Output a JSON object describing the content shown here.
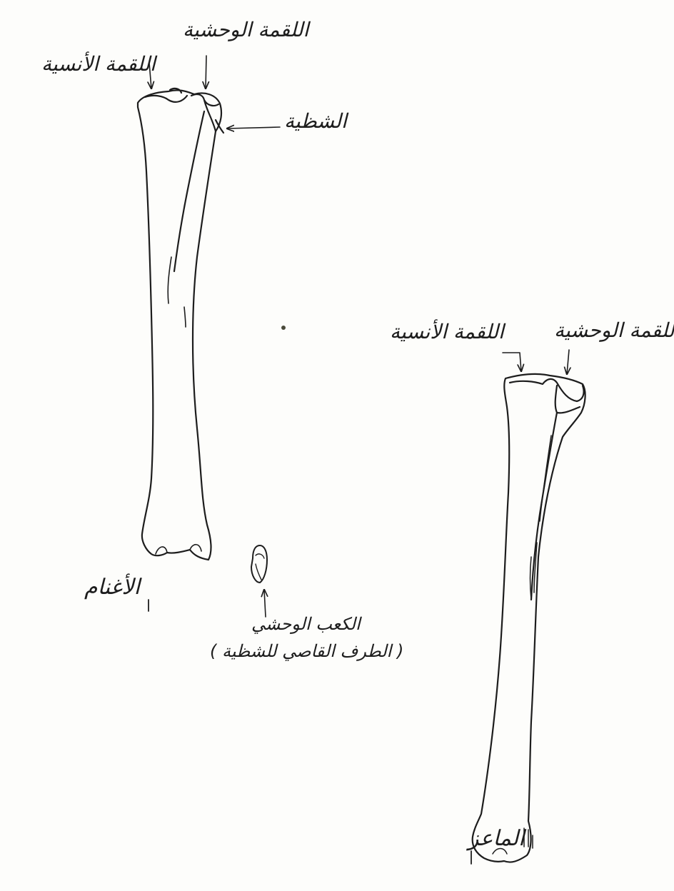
{
  "specimen_a": {
    "medial_condyle": "اللقمة الأنسية",
    "lateral_condyle": "اللقمة الوحشية",
    "fibula": "الشظية",
    "caption": "الأغنام"
  },
  "fibula_fragment": {
    "label_line1": "الكعب الوحشي",
    "label_line2": "( الطرف القاصي للشظية )"
  },
  "specimen_b": {
    "medial_condyle": "اللقمة الأنسية",
    "lateral_condyle": "اللقمة الوحشية",
    "caption": "الماعز"
  },
  "colors": {
    "paper": "#fdfdfb",
    "ink": "#1d1d1d"
  }
}
